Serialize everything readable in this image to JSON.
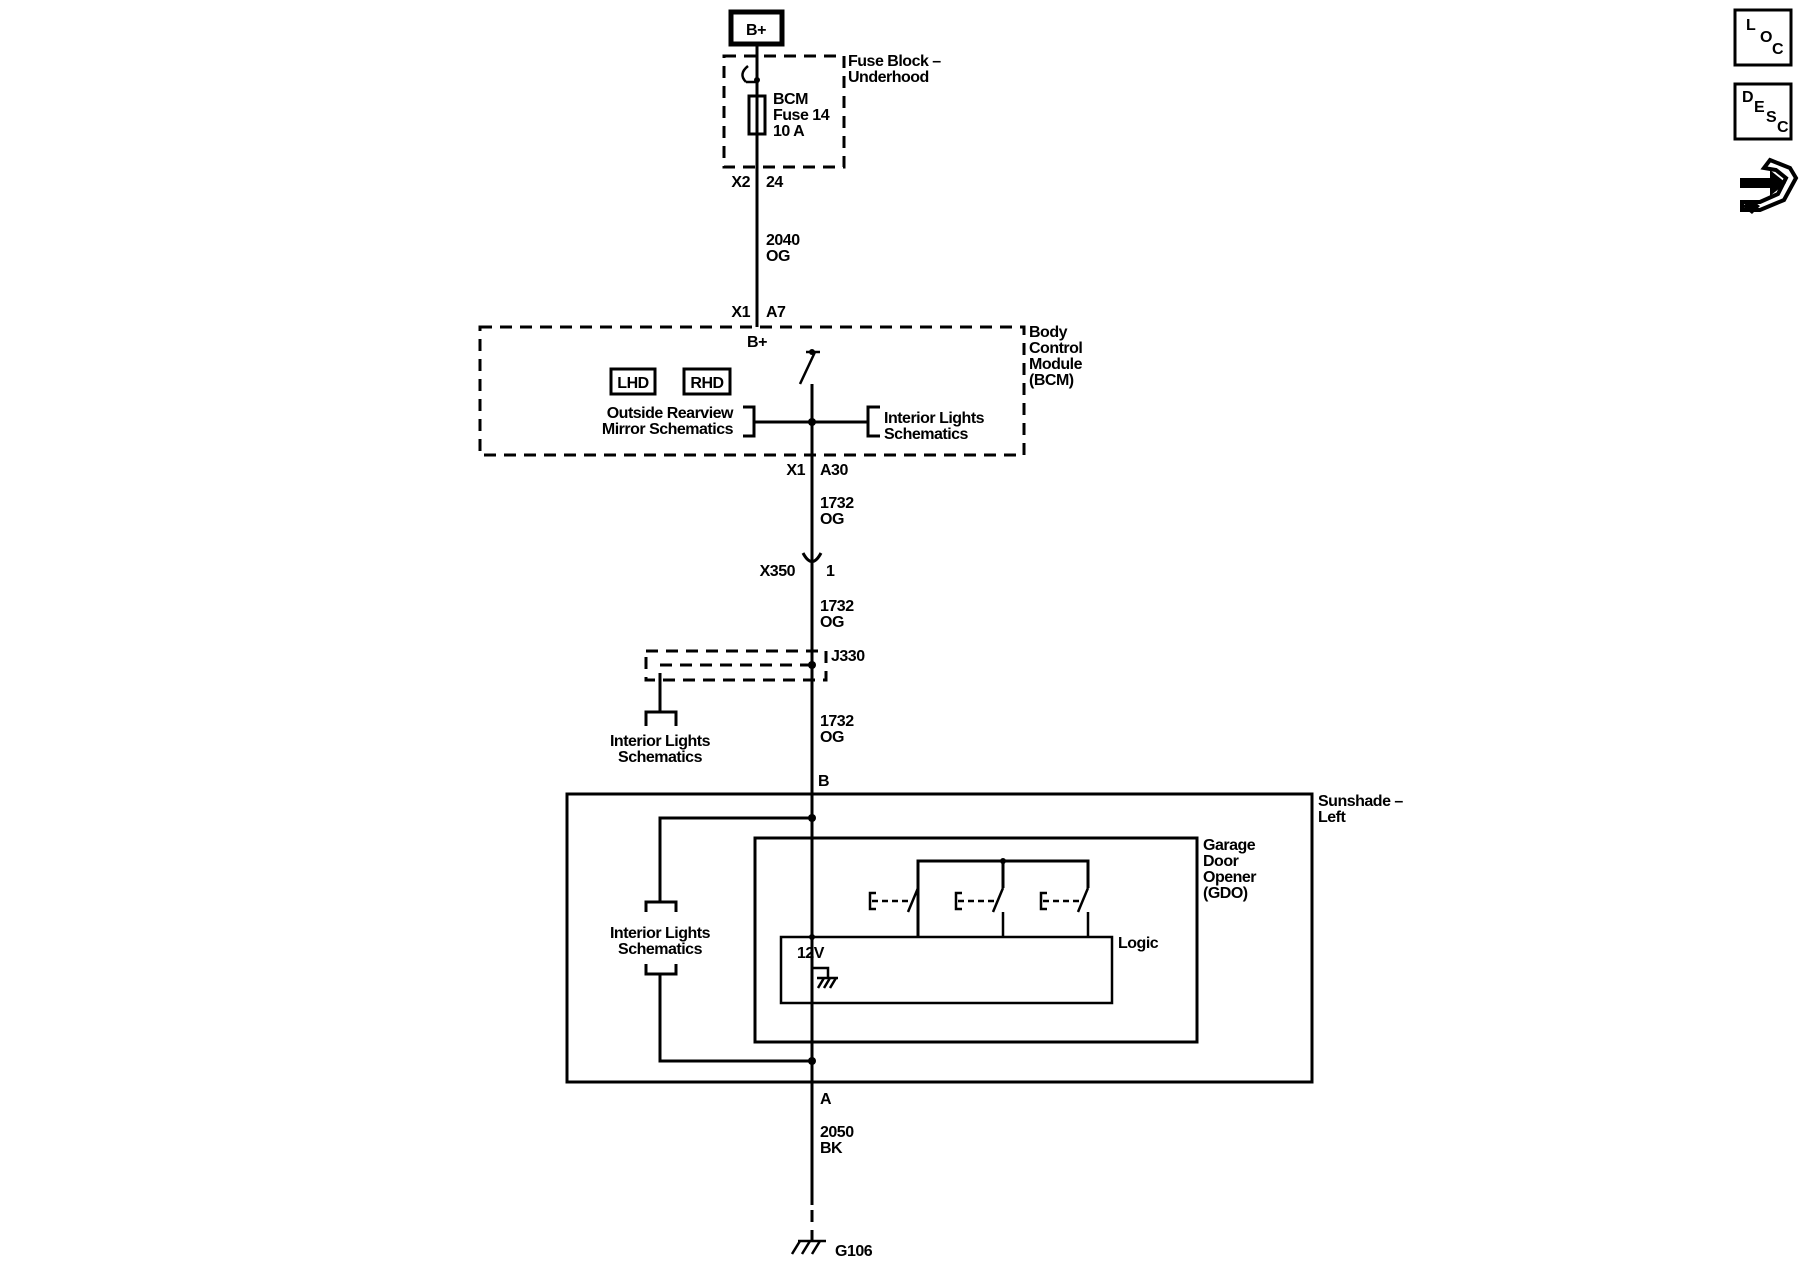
{
  "battery": {
    "label": "B+"
  },
  "fuse_block": {
    "name_line1": "Fuse Block –",
    "name_line2": "Underhood"
  },
  "fuse": {
    "line1": "BCM",
    "line2": "Fuse 14",
    "line3": "10 A"
  },
  "connectors": {
    "x2": "X2",
    "x2_pin": "24",
    "x1_top": "X1",
    "x1_top_pin": "A7",
    "x1_bottom": "X1",
    "x1_bottom_pin": "A30",
    "x350": "X350",
    "x350_pin": "1",
    "j330": "J330",
    "sunshade_b": "B",
    "sunshade_a": "A"
  },
  "wires": [
    {
      "circuit": "2040",
      "color": "OG"
    },
    {
      "circuit": "1732",
      "color": "OG"
    },
    {
      "circuit": "1732",
      "color": "OG"
    },
    {
      "circuit": "1732",
      "color": "OG"
    },
    {
      "circuit": "2050",
      "color": "BK"
    }
  ],
  "bcm": {
    "power_label": "B+",
    "name_line1": "Body",
    "name_line2": "Control",
    "name_line3": "Module",
    "name_line4": "(BCM)",
    "lhd": "LHD",
    "rhd": "RHD",
    "left_ref_line1": "Outside Rearview",
    "left_ref_line2": "Mirror Schematics",
    "right_ref_line1": "Interior Lights",
    "right_ref_line2": "Schematics"
  },
  "splice_ref": {
    "line1": "Interior Lights",
    "line2": "Schematics"
  },
  "sunshade": {
    "name_line1": "Sunshade –",
    "name_line2": "Left",
    "ref_line1": "Interior Lights",
    "ref_line2": "Schematics"
  },
  "gdo": {
    "name_line1": "Garage",
    "name_line2": "Door",
    "name_line3": "Opener",
    "name_line4": "(GDO)",
    "logic": "Logic",
    "voltage": "12V"
  },
  "ground": {
    "label": "G106"
  },
  "side_icons": {
    "loc": [
      "L",
      "O",
      "C"
    ],
    "desc": [
      "D",
      "E",
      "S",
      "C"
    ],
    "tool_icon": "connector-pliers-icon"
  }
}
